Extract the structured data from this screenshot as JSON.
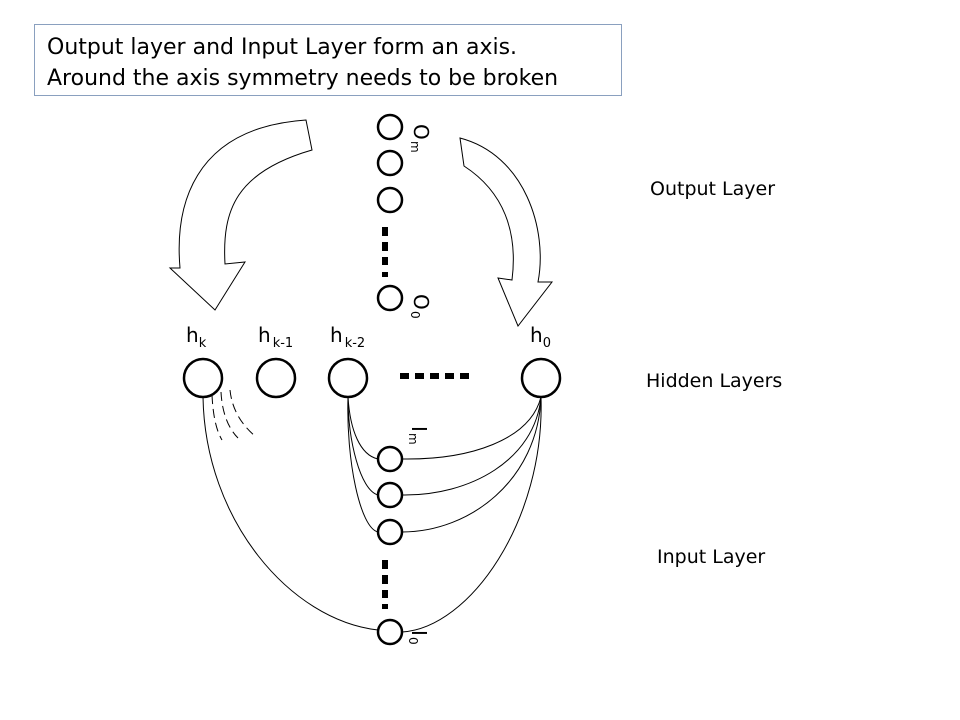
{
  "callout": {
    "line1": "Output layer and Input Layer form an axis.",
    "line2": "Around the axis symmetry needs to be broken"
  },
  "labels": {
    "output_layer": "Output Layer",
    "hidden_layers": "Hidden Layers",
    "input_layer": "Input Layer"
  },
  "hidden_nodes": [
    {
      "base": "h",
      "sub": "k"
    },
    {
      "base": "h",
      "sub": "k-1"
    },
    {
      "base": "h",
      "sub": "k-2"
    },
    {
      "base": "h",
      "sub": "0"
    }
  ],
  "output_nodes": [
    {
      "base": "O",
      "sub": "m"
    },
    {
      "base": "O",
      "sub": "0"
    }
  ],
  "input_nodes": [
    {
      "base": "I",
      "sub": "m"
    },
    {
      "base": "I",
      "sub": "0"
    }
  ]
}
